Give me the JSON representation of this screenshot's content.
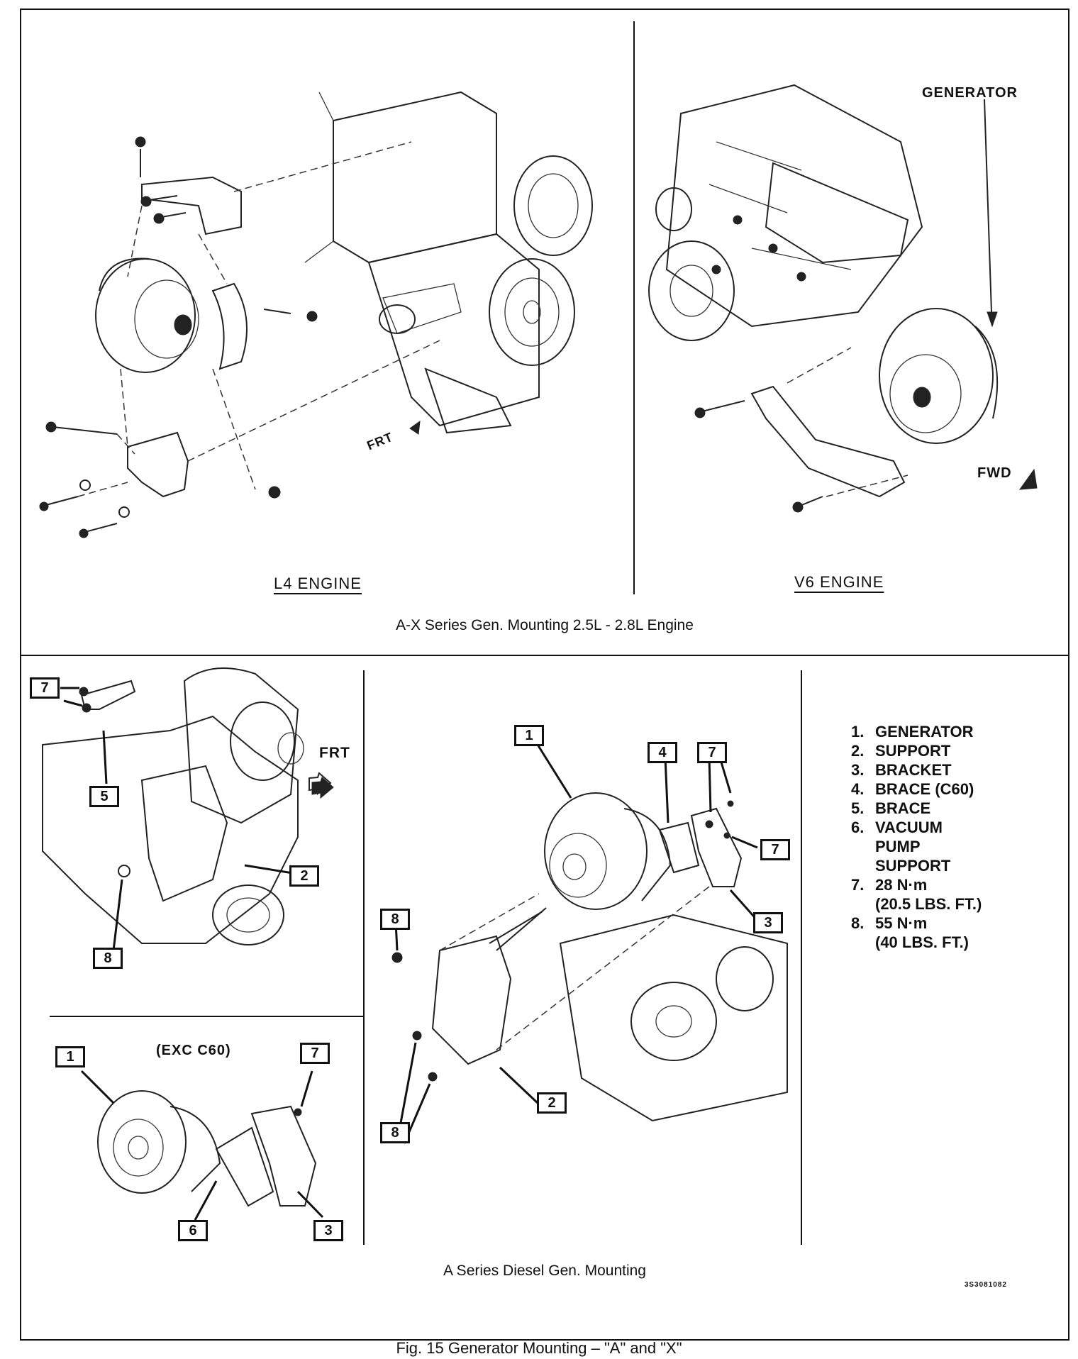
{
  "panels": {
    "l4": {
      "label": "L4 ENGINE",
      "frt_tag": "FRT"
    },
    "v6": {
      "label": "V6 ENGINE",
      "generator_tag": "GENERATOR",
      "fwd_tag": "FWD"
    },
    "top_caption": "A-X Series Gen. Mounting 2.5L - 2.8L Engine",
    "diesel_left": {
      "frt_tag": "FRT",
      "callouts": [
        "7",
        "7",
        "5",
        "2",
        "8"
      ]
    },
    "exc": {
      "title": "(EXC C60)",
      "callouts": [
        "1",
        "7",
        "6",
        "3"
      ]
    },
    "diesel_center": {
      "callouts": [
        "1",
        "4",
        "7",
        "7",
        "8",
        "3",
        "2",
        "8"
      ]
    },
    "bottom_caption": "A Series Diesel Gen. Mounting",
    "code": "3S3081082"
  },
  "legend": [
    {
      "num": "1.",
      "lines": [
        "GENERATOR"
      ]
    },
    {
      "num": "2.",
      "lines": [
        "SUPPORT"
      ]
    },
    {
      "num": "3.",
      "lines": [
        "BRACKET"
      ]
    },
    {
      "num": "4.",
      "lines": [
        "BRACE (C60)"
      ]
    },
    {
      "num": "5.",
      "lines": [
        "BRACE"
      ]
    },
    {
      "num": "6.",
      "lines": [
        "VACUUM",
        "PUMP",
        "SUPPORT"
      ]
    },
    {
      "num": "7.",
      "lines": [
        "28 N·m",
        "(20.5 LBS. FT.)"
      ]
    },
    {
      "num": "8.",
      "lines": [
        "55 N·m",
        "(40 LBS. FT.)"
      ]
    }
  ],
  "figure_caption": "Fig. 15 Generator Mounting – \"A\" and \"X\""
}
